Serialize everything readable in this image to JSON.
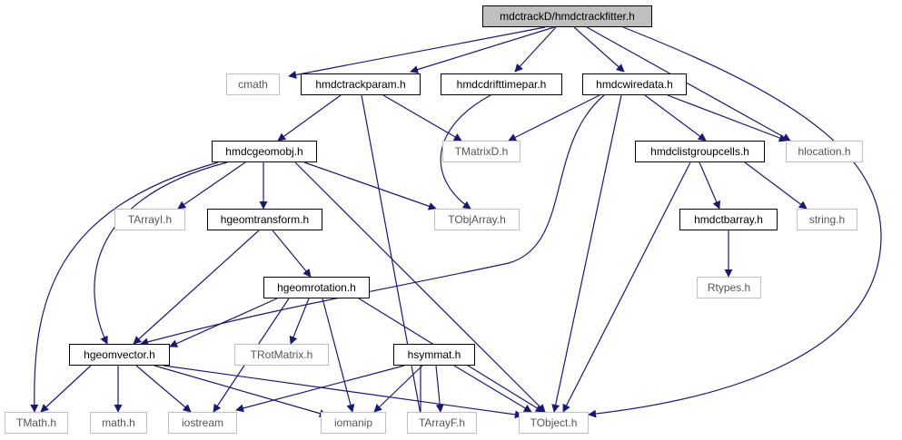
{
  "diagram": {
    "title": "mdctrackD/hmdctrackfitter.h",
    "colors": {
      "edge": "#191970",
      "internal_border": "#000000",
      "external_border": "#bfbfbf",
      "root_fill": "#bfbfbf"
    },
    "nodes": {
      "root": "mdctrackD/hmdctrackfitter.h",
      "cmath": "cmath",
      "hmdctrackparam": "hmdctrackparam.h",
      "hmdcdrifttimepar": "hmdcdrifttimepar.h",
      "hmdcwiredata": "hmdcwiredata.h",
      "hmdcgeomobj": "hmdcgeomobj.h",
      "tmatrixd": "TMatrixD.h",
      "hmdclistgroupcells": "hmdclistgroupcells.h",
      "hlocation": "hlocation.h",
      "tarrayi": "TArrayI.h",
      "hgeomtransform": "hgeomtransform.h",
      "tobjarray": "TObjArray.h",
      "hmdctbarray": "hmdctbarray.h",
      "string": "string.h",
      "hgeomrotation": "hgeomrotation.h",
      "rtypes": "Rtypes.h",
      "hgeomvector": "hgeomvector.h",
      "trotmatrix": "TRotMatrix.h",
      "hsymmat": "hsymmat.h",
      "tmath": "TMath.h",
      "math": "math.h",
      "iostream": "iostream",
      "iomanip": "iomanip",
      "tarrayf": "TArrayF.h",
      "tobject": "TObject.h"
    }
  }
}
